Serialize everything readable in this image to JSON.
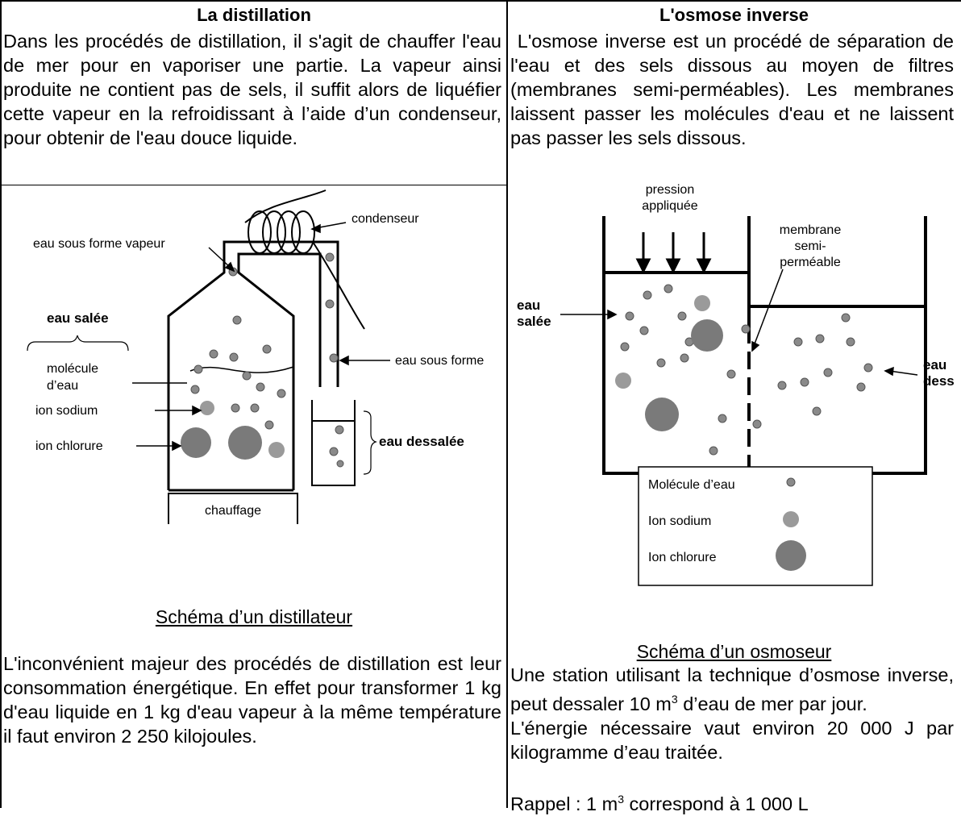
{
  "left": {
    "heading": "La distillation",
    "intro": "Dans les procédés de distillation, il s'agit de chauffer l'eau de mer pour en vaporiser une partie. La vapeur ainsi produite ne contient pas de sels, il suffit alors de liquéfier cette vapeur en la refroidissant à l’aide d’un condenseur, pour obtenir de l'eau douce liquide.",
    "diagram": {
      "condenseur": "condenseur",
      "vapeur_top": "eau sous forme vapeur",
      "vapeur_right": "eau sous forme",
      "eau_salee": "eau salée",
      "molecule": "molécule",
      "d_eau": "d’eau",
      "ion_sodium": "ion sodium",
      "ion_chlorure": "ion chlorure",
      "eau_dessalee": "eau dessalée",
      "chauffage": "chauffage"
    },
    "caption": "Schéma d’un distillateur",
    "outro": "L'inconvénient majeur des procédés de distillation est leur consommation énergétique. En effet pour transformer 1 kg d'eau liquide en 1 kg d'eau vapeur à la même température il faut environ 2 250 kilojoules."
  },
  "right": {
    "heading": "L'osmose inverse",
    "intro": " L'osmose inverse est un procédé de séparation de l'eau et des sels dissous au moyen de filtres (membranes semi-perméables). Les membranes laissent passer les molécules d'eau et ne laissent pas passer les sels dissous.",
    "diagram": {
      "pression_1": "pression",
      "pression_2": "appliquée",
      "membrane_1": "membrane",
      "membrane_2": "semi-",
      "membrane_3": "perméable",
      "eau_salee_1": "eau",
      "eau_salee_2": "salée",
      "eau_dess_1": "eau",
      "eau_dess_2": "dess",
      "legend_molecule": "Molécule d’eau",
      "legend_sodium": "Ion sodium",
      "legend_chlorure": "Ion chlorure"
    },
    "caption": "Schéma d’un osmoseur",
    "outro_1": "Une station utilisant la technique d’osmose inverse, peut dessaler 10 m",
    "outro_1_sup": "3",
    "outro_1_end": " d’eau de mer par jour.",
    "outro_2": "L'énergie nécessaire vaut environ 20 000 J par kilogramme d’eau traitée.",
    "rappel_a": "Rappel : 1 m",
    "rappel_sup": "3",
    "rappel_b": " correspond  à 1 000 L"
  },
  "colors": {
    "molecule": "#8a8a8a",
    "sodium": "#9a9a9a",
    "chlorure": "#7a7a7a",
    "line": "#000000"
  }
}
